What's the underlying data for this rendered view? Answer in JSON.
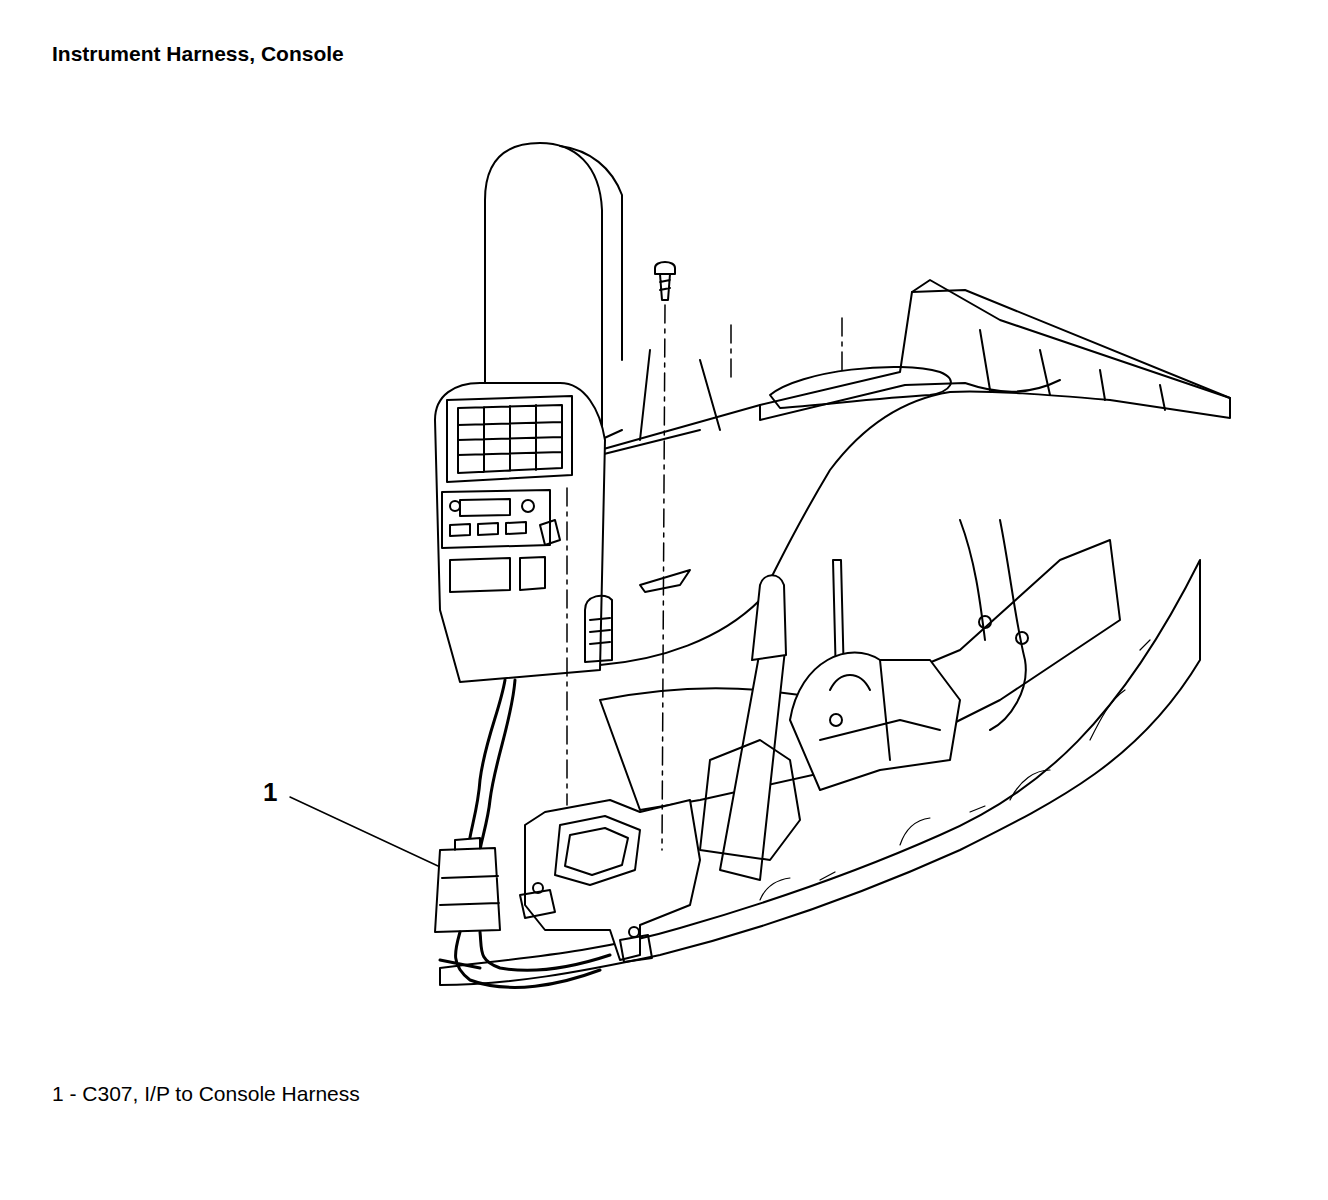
{
  "diagram": {
    "title": "Instrument Harness, Console",
    "caption": "1 - C307, I/P to Console Harness",
    "labels": [
      "1"
    ]
  }
}
